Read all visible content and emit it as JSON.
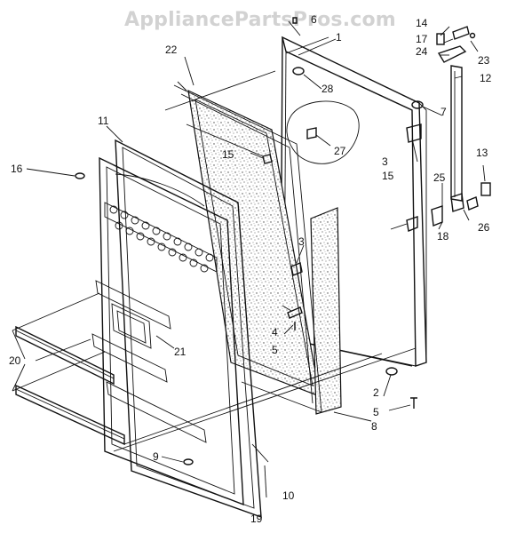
{
  "watermark": "AppliancePartsPros.com",
  "callouts": {
    "c1": "1",
    "c2": "2",
    "c3a": "3",
    "c3b": "3",
    "c4": "4",
    "c5a": "5",
    "c5b": "5",
    "c6": "6",
    "c7": "7",
    "c8": "8",
    "c9": "9",
    "c10": "10",
    "c11": "11",
    "c12": "12",
    "c13": "13",
    "c14": "14",
    "c15a": "15",
    "c15b": "15",
    "c16": "16",
    "c17": "17",
    "c18": "18",
    "c19": "19",
    "c20": "20",
    "c21": "21",
    "c22": "22",
    "c23": "23",
    "c24": "24",
    "c25": "25",
    "c26": "26",
    "c27": "27",
    "c28": "28"
  }
}
